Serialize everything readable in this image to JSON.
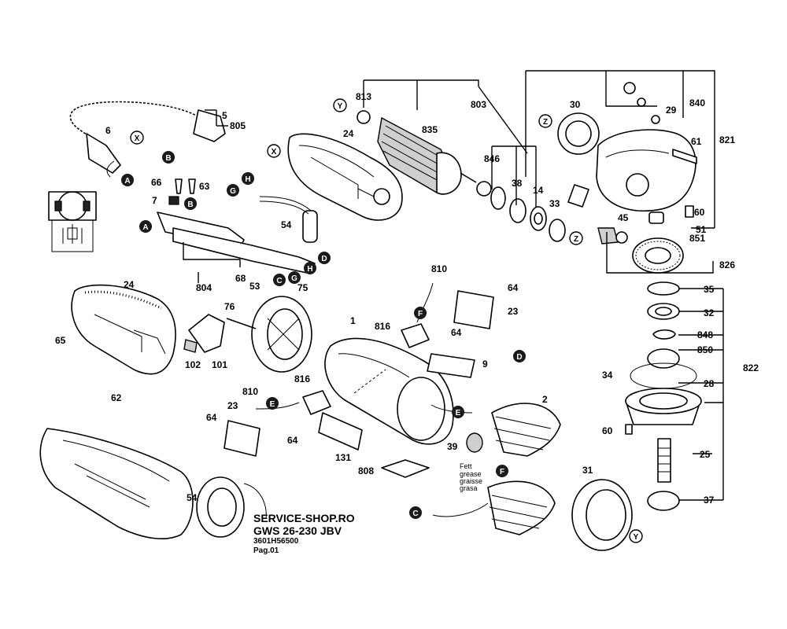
{
  "footer": {
    "shop": "SERVICE-SHOP.RO",
    "model": "GWS 26-230 JBV",
    "part_number": "3601H56500",
    "page": "Pag.01"
  },
  "grease_note": [
    "Fett",
    "grease",
    "graisse",
    "grasa"
  ],
  "labels": [
    {
      "id": "5",
      "text": "5"
    },
    {
      "id": "805",
      "text": "805"
    },
    {
      "id": "6",
      "text": "6"
    },
    {
      "id": "66",
      "text": "66"
    },
    {
      "id": "63",
      "text": "63"
    },
    {
      "id": "7",
      "text": "7"
    },
    {
      "id": "804",
      "text": "804"
    },
    {
      "id": "68",
      "text": "68"
    },
    {
      "id": "53",
      "text": "53"
    },
    {
      "id": "24a",
      "text": "24"
    },
    {
      "id": "54a",
      "text": "54"
    },
    {
      "id": "813",
      "text": "813"
    },
    {
      "id": "803",
      "text": "803"
    },
    {
      "id": "835",
      "text": "835"
    },
    {
      "id": "846",
      "text": "846"
    },
    {
      "id": "38",
      "text": "38"
    },
    {
      "id": "14",
      "text": "14"
    },
    {
      "id": "33",
      "text": "33"
    },
    {
      "id": "30",
      "text": "30"
    },
    {
      "id": "29",
      "text": "29"
    },
    {
      "id": "840",
      "text": "840"
    },
    {
      "id": "821",
      "text": "821"
    },
    {
      "id": "61",
      "text": "61"
    },
    {
      "id": "60a",
      "text": "60"
    },
    {
      "id": "51",
      "text": "51"
    },
    {
      "id": "45",
      "text": "45"
    },
    {
      "id": "851",
      "text": "851"
    },
    {
      "id": "826",
      "text": "826"
    },
    {
      "id": "35",
      "text": "35"
    },
    {
      "id": "32",
      "text": "32"
    },
    {
      "id": "848",
      "text": "848"
    },
    {
      "id": "850",
      "text": "850"
    },
    {
      "id": "34",
      "text": "34"
    },
    {
      "id": "28",
      "text": "28"
    },
    {
      "id": "822",
      "text": "822"
    },
    {
      "id": "60b",
      "text": "60"
    },
    {
      "id": "25",
      "text": "25"
    },
    {
      "id": "37",
      "text": "37"
    },
    {
      "id": "24b",
      "text": "24"
    },
    {
      "id": "65",
      "text": "65"
    },
    {
      "id": "62",
      "text": "62"
    },
    {
      "id": "76",
      "text": "76"
    },
    {
      "id": "75",
      "text": "75"
    },
    {
      "id": "102",
      "text": "102"
    },
    {
      "id": "101",
      "text": "101"
    },
    {
      "id": "1",
      "text": "1"
    },
    {
      "id": "810a",
      "text": "810"
    },
    {
      "id": "64a",
      "text": "64"
    },
    {
      "id": "23a",
      "text": "23"
    },
    {
      "id": "816a",
      "text": "816"
    },
    {
      "id": "64b",
      "text": "64"
    },
    {
      "id": "9",
      "text": "9"
    },
    {
      "id": "810b",
      "text": "810"
    },
    {
      "id": "816b",
      "text": "816"
    },
    {
      "id": "23b",
      "text": "23"
    },
    {
      "id": "64c",
      "text": "64"
    },
    {
      "id": "64d",
      "text": "64"
    },
    {
      "id": "131",
      "text": "131"
    },
    {
      "id": "808",
      "text": "808"
    },
    {
      "id": "39",
      "text": "39"
    },
    {
      "id": "2",
      "text": "2"
    },
    {
      "id": "31",
      "text": "31"
    },
    {
      "id": "54b",
      "text": "54"
    }
  ],
  "callouts": [
    {
      "id": "c-x1",
      "text": "X"
    },
    {
      "id": "c-b1",
      "text": "B"
    },
    {
      "id": "c-a1",
      "text": "A"
    },
    {
      "id": "c-b2",
      "text": "B"
    },
    {
      "id": "c-a2",
      "text": "A"
    },
    {
      "id": "c-x2",
      "text": "X"
    },
    {
      "id": "c-h1",
      "text": "H"
    },
    {
      "id": "c-g1",
      "text": "G"
    },
    {
      "id": "c-d1",
      "text": "D"
    },
    {
      "id": "c-h2",
      "text": "H"
    },
    {
      "id": "c-g2",
      "text": "G"
    },
    {
      "id": "c-c1",
      "text": "C"
    },
    {
      "id": "c-y1",
      "text": "Y"
    },
    {
      "id": "c-z1",
      "text": "Z"
    },
    {
      "id": "c-z2",
      "text": "Z"
    },
    {
      "id": "c-f1",
      "text": "F"
    },
    {
      "id": "c-d2",
      "text": "D"
    },
    {
      "id": "c-e1",
      "text": "E"
    },
    {
      "id": "c-e2",
      "text": "E"
    },
    {
      "id": "c-f2",
      "text": "F"
    },
    {
      "id": "c-c2",
      "text": "C"
    },
    {
      "id": "c-y2",
      "text": "Y"
    }
  ]
}
